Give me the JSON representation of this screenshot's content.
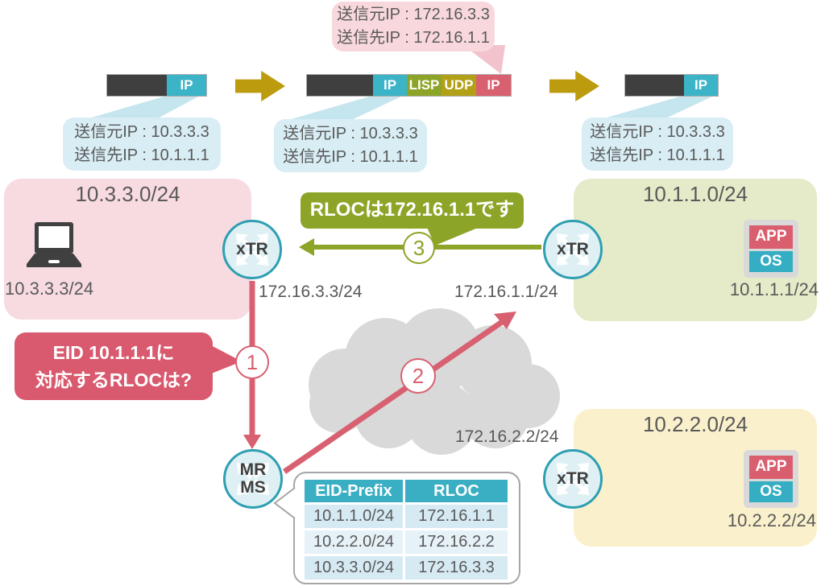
{
  "packets": {
    "left_ip": "IP",
    "mid_ip_inner": "IP",
    "mid_lisp": "LISP",
    "mid_udp": "UDP",
    "mid_ip_outer": "IP",
    "right_ip": "IP"
  },
  "callouts": {
    "outer_header": {
      "line1": "送信元IP : 172.16.3.3",
      "line2": "送信先IP : 172.16.1.1"
    },
    "inner_left": {
      "line1": "送信元IP : 10.3.3.3",
      "line2": "送信先IP : 10.1.1.1"
    },
    "inner_middle": {
      "line1": "送信元IP : 10.3.3.3",
      "line2": "送信先IP : 10.1.1.1"
    },
    "inner_right": {
      "line1": "送信元IP : 10.3.3.3",
      "line2": "送信先IP : 10.1.1.1"
    },
    "rloc_reply": "RLOCは172.16.1.1です",
    "eid_query": {
      "line1": "EID 10.1.1.1に",
      "line2": "対応するRLOCは?"
    }
  },
  "sites": {
    "site3": {
      "title": "10.3.3.0/24",
      "host": "10.3.3.3/24"
    },
    "site1": {
      "title": "10.1.1.0/24",
      "host": "10.1.1.1/24",
      "app": "APP",
      "os": "OS"
    },
    "site2": {
      "title": "10.2.2.0/24",
      "host": "10.2.2.2/24",
      "app": "APP",
      "os": "OS"
    }
  },
  "routers": {
    "xtr_site3": {
      "label": "xTR",
      "rloc": "172.16.3.3/24"
    },
    "xtr_site1": {
      "label": "xTR",
      "rloc": "172.16.1.1/24"
    },
    "xtr_site2": {
      "label": "xTR",
      "rloc": "172.16.2.2/24"
    },
    "map_server": {
      "line1": "MR",
      "line2": "MS"
    }
  },
  "steps": {
    "step1": "1",
    "step2": "2",
    "step3": "3"
  },
  "mapping_table": {
    "headers": [
      "EID-Prefix",
      "RLOC"
    ],
    "rows": [
      [
        "10.1.1.0/24",
        "172.16.1.1"
      ],
      [
        "10.2.2.0/24",
        "172.16.2.2"
      ],
      [
        "10.3.3.0/24",
        "172.16.3.3"
      ]
    ]
  },
  "colors": {
    "teal": "#35AEC4",
    "olive": "#8CA427",
    "gold": "#BD9B0E",
    "rose": "#D9596E",
    "dark_segment": "#3F3F3F",
    "cloud": "#D9D9D9"
  }
}
